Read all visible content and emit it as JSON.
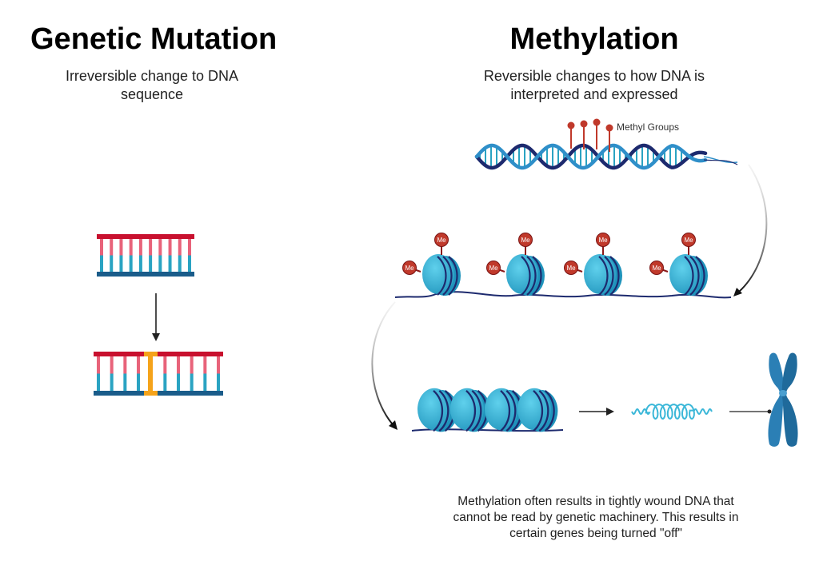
{
  "left": {
    "title": "Genetic Mutation",
    "subtitle": "Irreversible change to DNA sequence"
  },
  "right": {
    "title": "Methylation",
    "subtitle": "Reversible changes to how DNA is interpreted and expressed",
    "methyl_label": "Methyl Groups",
    "me_label": "Me",
    "caption": "Methylation often results in tightly wound DNA that cannot be read by genetic machinery. This results in certain genes being turned \"off\""
  },
  "colors": {
    "strand_red": "#c8102e",
    "strand_blue": "#1a5c8a",
    "rung_pink": "#e8637a",
    "rung_teal": "#2aa3c2",
    "mutation_orange": "#f5a31a",
    "helix_dark": "#1d2a6e",
    "helix_light": "#2f8fc9",
    "methyl_red": "#c0392b",
    "histone_cyan": "#3bb7d8",
    "chromosome_blue": "#2b7fb5"
  }
}
